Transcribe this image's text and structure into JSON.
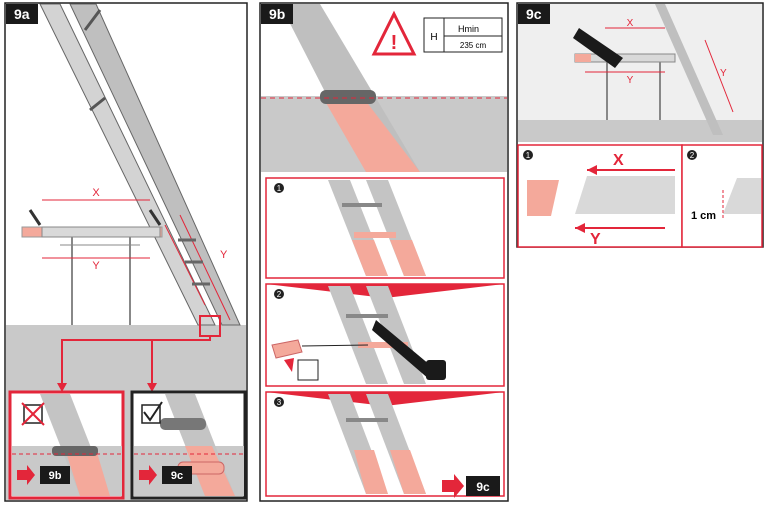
{
  "panels": {
    "p9a": {
      "tag": "9a",
      "dim_x": "X",
      "dim_y": "Y",
      "dim_y2": "Y",
      "sub_left_tag": "9b",
      "sub_right_tag": "9c"
    },
    "p9b": {
      "tag": "9b",
      "warn_h": "H",
      "warn_hmin": "Hmin",
      "warn_value": "235 cm",
      "step1": "1",
      "step2": "2",
      "step3": "3",
      "goto": "9c"
    },
    "p9c": {
      "tag": "9c",
      "dim_x": "X",
      "dim_y": "Y",
      "dim_y2": "Y",
      "step1": "1",
      "step2": "2",
      "big_x": "X",
      "big_y": "Y",
      "cm": "1 cm"
    }
  },
  "colors": {
    "accent": "#e3263a",
    "salmon": "#f4a99b",
    "gray": "#bdbdbd",
    "dark": "#1a1a1a"
  }
}
